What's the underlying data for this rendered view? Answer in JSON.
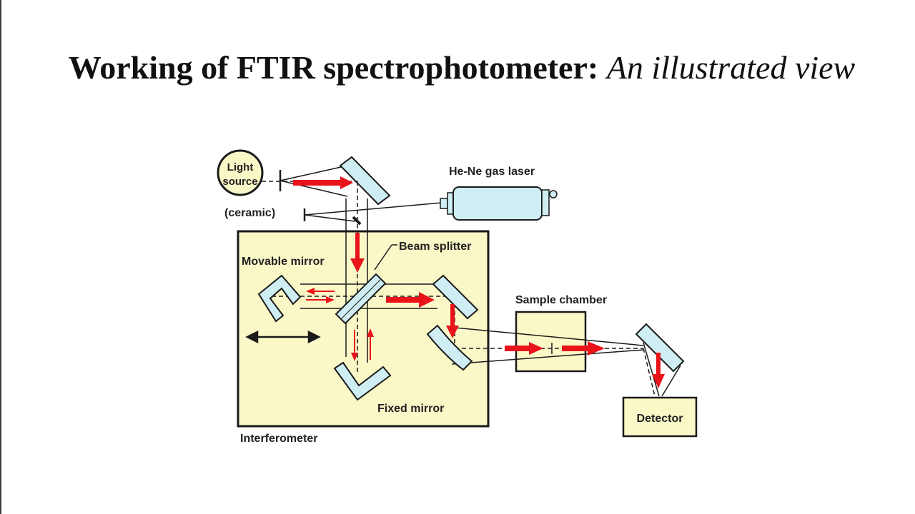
{
  "title": {
    "main": "Working of FTIR spectrophotometer:",
    "subtitle": "An illustrated view"
  },
  "labels": {
    "light_source_line1": "Light",
    "light_source_line2": "source",
    "ceramic": "(ceramic)",
    "laser": "He-Ne gas laser",
    "movable_mirror": "Movable mirror",
    "beam_splitter": "Beam splitter",
    "fixed_mirror": "Fixed mirror",
    "interferometer": "Interferometer",
    "sample_chamber": "Sample chamber",
    "detector": "Detector"
  },
  "colors": {
    "panel_fill": "#fbf8c8",
    "mirror_fill": "#cfeef4",
    "beam_red": "#e8141a",
    "outline": "#1a1a1a"
  }
}
